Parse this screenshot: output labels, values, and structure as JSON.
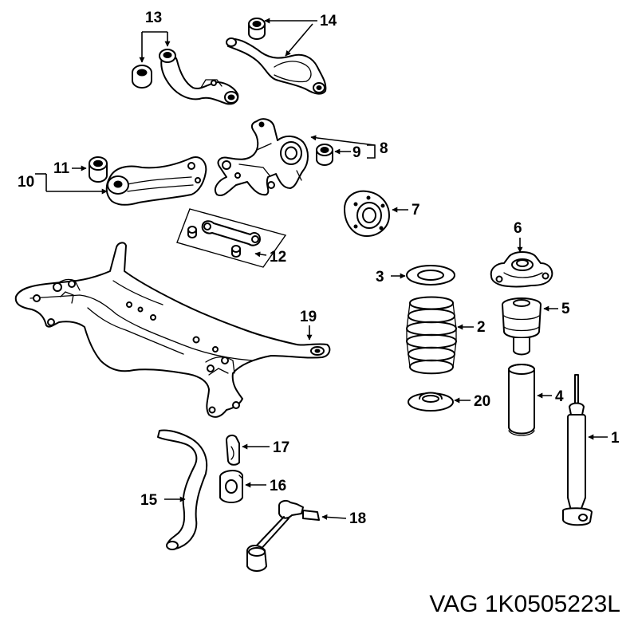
{
  "caption": "VAG 1K0505223L",
  "callouts": [
    "1",
    "2",
    "3",
    "4",
    "5",
    "6",
    "7",
    "8",
    "9",
    "10",
    "11",
    "12",
    "13",
    "14",
    "15",
    "16",
    "17",
    "18",
    "19",
    "20"
  ]
}
